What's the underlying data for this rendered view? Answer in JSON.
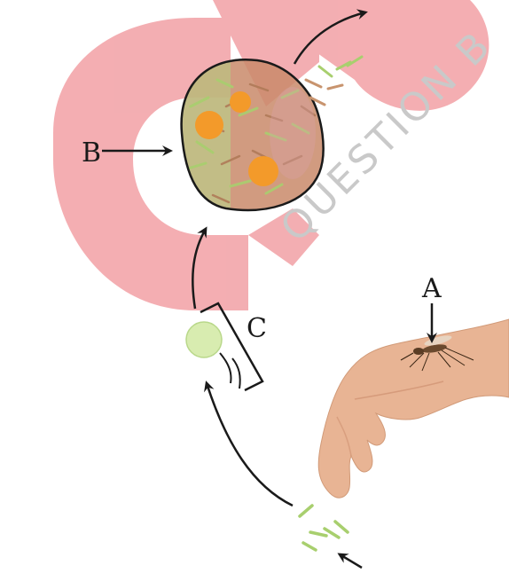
{
  "labels": {
    "a": "A",
    "b": "B",
    "c": "C"
  },
  "watermark": {
    "text": "QUESTION B"
  },
  "colors": {
    "watermark_red": "#f2a0a5",
    "cyst_fill": "#c98a6a",
    "nuclei": "#f39a2a",
    "skin": "#e8b494",
    "zygote": "#d8ecb0",
    "sporozoite": "#a8cf6e",
    "arrow": "#1a1a1a"
  },
  "icons": [
    "mosquito-icon",
    "hand-icon"
  ]
}
